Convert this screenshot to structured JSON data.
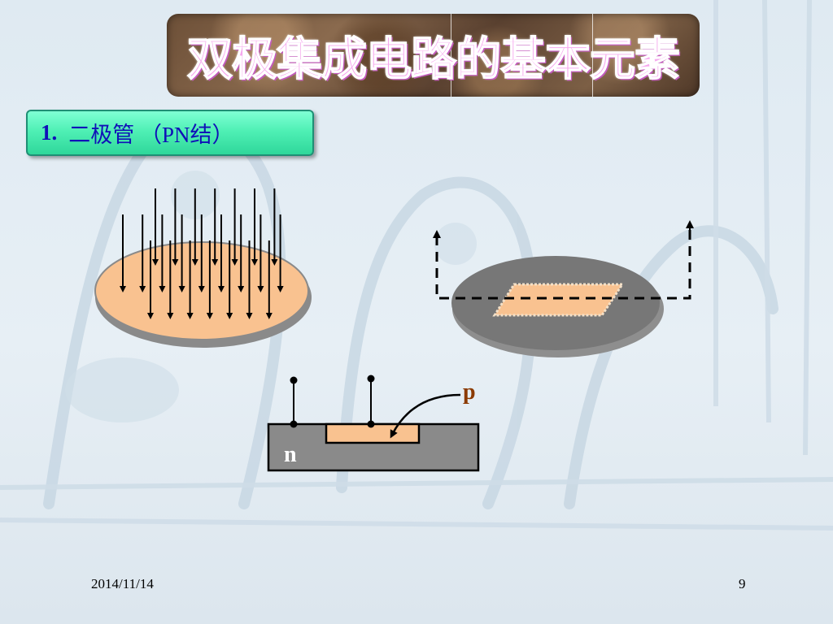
{
  "slide": {
    "title": "双极集成电路的基本元素",
    "section_number": "1.",
    "section_label": "二极管  （PN结）",
    "footer_date": "2014/11/14",
    "page_number": "9"
  },
  "diagram": {
    "label_p": "p",
    "label_n": "n"
  },
  "colors": {
    "title_text": "#f6a8ee",
    "label_box": "#4ff0b5",
    "wafer_orange": "#f9c290",
    "wafer_gray": "#777777",
    "substrate_gray": "#8a8a8a",
    "p_region": "#f9c290",
    "label_p_color": "#8b3a00",
    "label_n_color": "#ffffff"
  }
}
